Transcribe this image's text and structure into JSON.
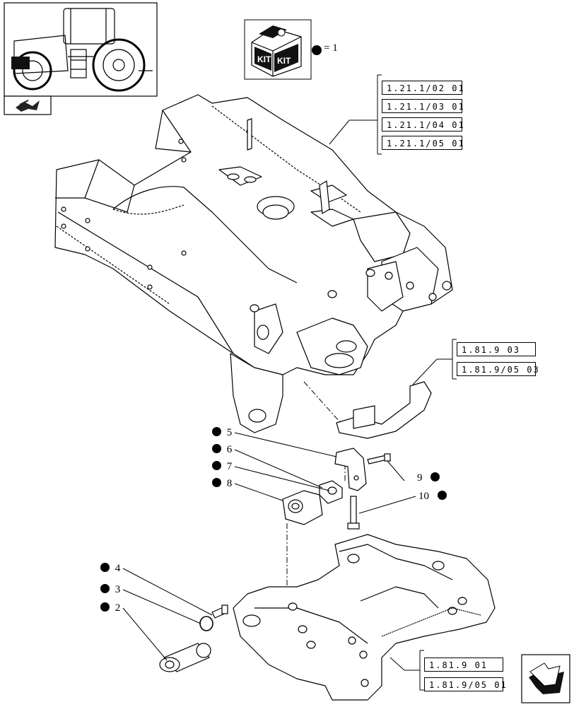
{
  "kit_legend": {
    "icon": "kit-box-icon",
    "text": "= 1",
    "box_labels": [
      "KIT",
      "KIT"
    ]
  },
  "reference_groups": [
    {
      "name": "frame-refs",
      "refs": [
        "1.21.1/02 01",
        "1.21.1/03 01",
        "1.21.1/04 01",
        "1.21.1/05 01"
      ]
    },
    {
      "name": "bracket-refs",
      "refs": [
        "1.81.9 03",
        "1.81.9/05 03"
      ]
    },
    {
      "name": "support-refs",
      "refs": [
        "1.81.9 01",
        "1.81.9/05 01"
      ]
    }
  ],
  "callouts": [
    {
      "id": "5",
      "kit": true
    },
    {
      "id": "6",
      "kit": true
    },
    {
      "id": "7",
      "kit": true
    },
    {
      "id": "8",
      "kit": true
    },
    {
      "id": "9",
      "kit": true
    },
    {
      "id": "10",
      "kit": true
    },
    {
      "id": "4",
      "kit": true
    },
    {
      "id": "3",
      "kit": true
    },
    {
      "id": "2",
      "kit": true
    }
  ],
  "icons": {
    "tractor_thumbnail": "tractor-icon",
    "view_selector": "view-arrow-icon",
    "next_page": "next-page-arrow-icon"
  }
}
